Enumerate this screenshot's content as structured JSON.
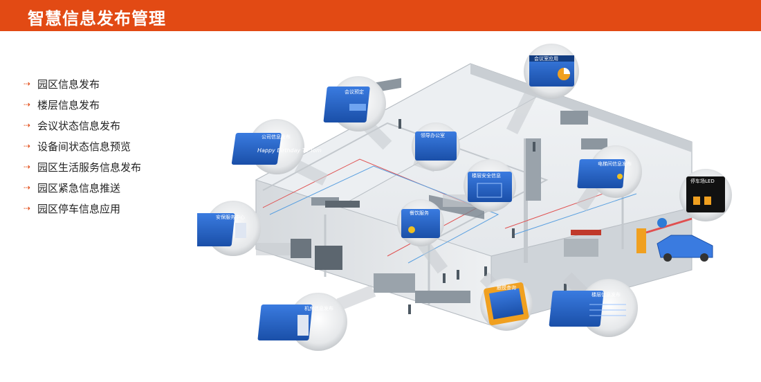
{
  "header": {
    "title": "智慧信息发布管理"
  },
  "features": [
    "园区信息发布",
    "楼层信息发布",
    "会议状态信息发布",
    "设备间状态信息预览",
    "园区生活服务信息发布",
    "园区紧急信息推送",
    "园区停车信息应用"
  ],
  "callouts": {
    "meeting_room_app": "会议室应用",
    "meeting_booking": "会议预定",
    "company_info": "公司信息发布",
    "company_info_screen": "Happy Birthday To Tom",
    "leader_office": "领导办公室",
    "floor_safety": "楼层安全信息",
    "equipment_room": "电梯间信息发布",
    "parking_led": "停车场LED",
    "security_center": "安保服务中心",
    "dining_service": "餐饮服务",
    "machine_room": "机房信息发布",
    "touch_query": "触摸查询",
    "floor_info": "楼层信息发布"
  },
  "colors": {
    "header": "#e24a14",
    "accent": "#e24a14",
    "screen_blue": "#1f5fbf"
  }
}
